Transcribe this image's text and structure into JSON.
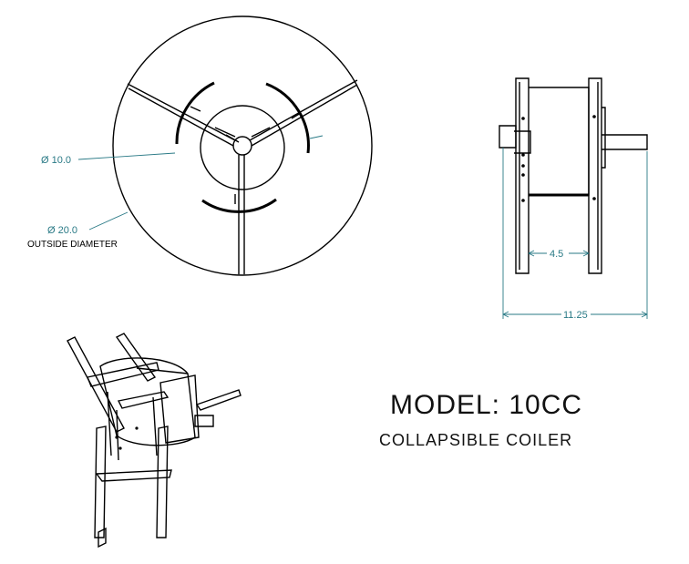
{
  "drawing": {
    "colors": {
      "line": "#000000",
      "dimension": "#2a7a86",
      "background": "#ffffff"
    },
    "front_view": {
      "inner_diameter_label": "Ø 10.0",
      "outer_diameter_label": "Ø 20.0",
      "outer_note": "OUTSIDE DIAMETER"
    },
    "side_view": {
      "inner_width_label": "4.5",
      "overall_width_label": "11.25"
    },
    "title_block": {
      "model": "MODEL: 10CC",
      "description": "COLLAPSIBLE COILER"
    }
  }
}
